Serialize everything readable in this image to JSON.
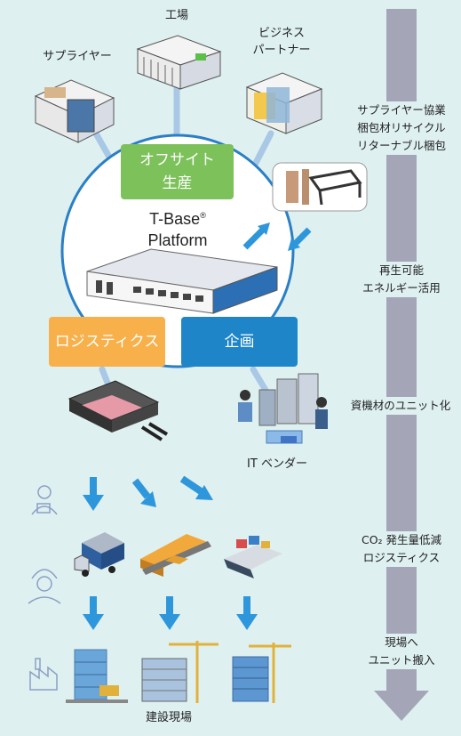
{
  "nodes": {
    "factory": "工場",
    "supplier": "サプライヤー",
    "business_partner": [
      "ビジネス",
      "パートナー"
    ],
    "offsite": [
      "オフサイト",
      "生産"
    ],
    "platform": [
      "T-Base",
      "Platform"
    ],
    "platform_mark": "®",
    "logistics": "ロジスティクス",
    "planning": "企画",
    "it_vendor": "IT ベンダー",
    "construction_site": "建設現場"
  },
  "side_labels": {
    "s1": [
      "サプライヤー協業",
      "梱包材リサイクル",
      "リターナブル梱包"
    ],
    "s2": [
      "再生可能",
      "エネルギー活用"
    ],
    "s3": [
      "資機材のユニット化"
    ],
    "s4": [
      "CO₂ 発生量低減",
      "ロジスティクス"
    ],
    "s5": [
      "現場へ",
      "ユニット搬入"
    ]
  },
  "colors": {
    "background": "#dff0f1",
    "offsite_green": "#7cc15a",
    "logistics_orange": "#f7b04a",
    "planning_blue": "#1e86c8",
    "arrow_blue": "#2e97dc",
    "timeline_gray": "#a4a6b8"
  }
}
